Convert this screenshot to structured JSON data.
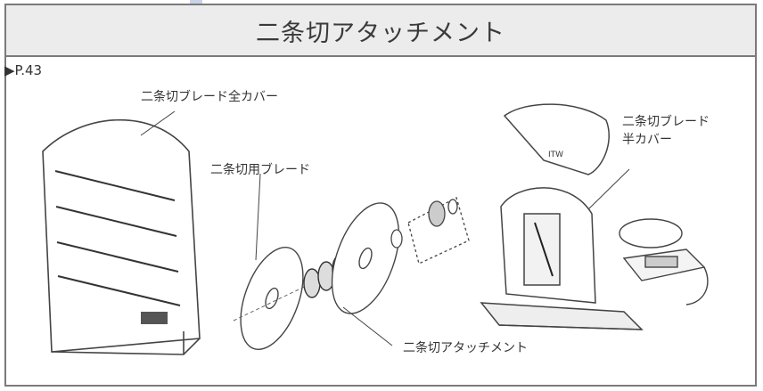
{
  "header": {
    "title": "二条切アタッチメント"
  },
  "page_ref": "▶P.43",
  "labels": {
    "full_cover": "二条切ブレード全カバー",
    "blade": "二条切用ブレード",
    "half_cover_line1": "二条切ブレード",
    "half_cover_line2": "半カバー",
    "attachment": "二条切アタッチメント"
  }
}
